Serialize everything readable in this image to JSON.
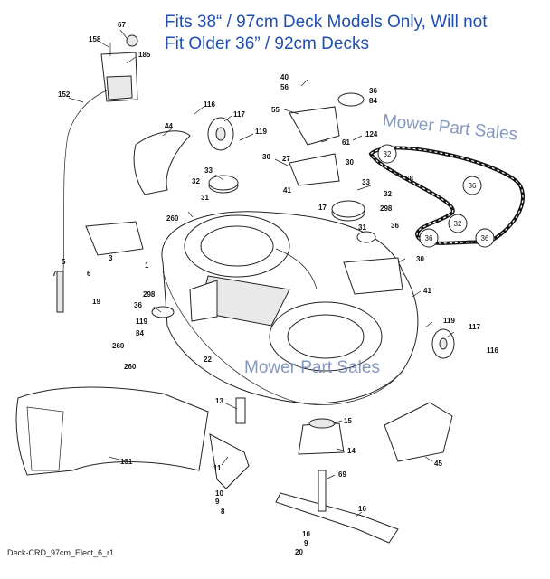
{
  "header": {
    "line1": "Fits 38“ / 97cm Deck Models Only, Will not",
    "line2": "Fit Older 36” / 92cm Decks"
  },
  "watermark": {
    "top": "Mower Part Sales",
    "center": "Mower Part Sales"
  },
  "footer": {
    "code": "Deck-CRD_97cm_Elect_6_r1"
  },
  "colors": {
    "headline": "#1f4fb0",
    "watermark": "#6f86b7",
    "line": "#222222"
  },
  "belt_labels": [
    "32",
    "36",
    "32",
    "36",
    "36"
  ],
  "part_labels": [
    "67",
    "158",
    "185",
    "152",
    "116",
    "117",
    "119",
    "44",
    "40",
    "56",
    "36",
    "84",
    "55",
    "61",
    "124",
    "30",
    "27",
    "30",
    "33",
    "32",
    "31",
    "41",
    "17",
    "33",
    "32",
    "298",
    "31",
    "36",
    "260",
    "1",
    "3",
    "5",
    "6",
    "7",
    "19",
    "30",
    "41",
    "36",
    "298",
    "119",
    "84",
    "260",
    "260",
    "22",
    "119",
    "117",
    "116",
    "13",
    "15",
    "14",
    "45",
    "131",
    "11",
    "69",
    "10",
    "9",
    "8",
    "16",
    "10",
    "9",
    "20",
    "68"
  ]
}
